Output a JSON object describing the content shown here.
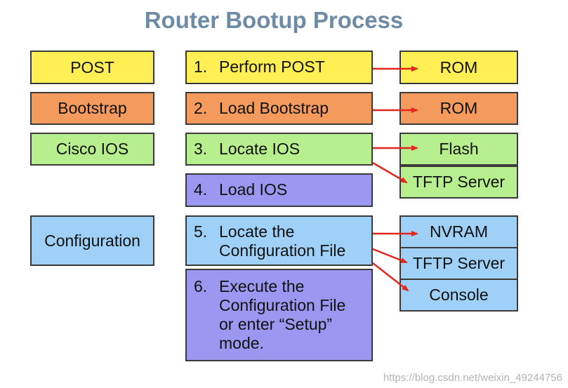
{
  "title": "Router Bootup Process",
  "colors": {
    "post": "#ffef55",
    "bootstrap": "#f39a5c",
    "ios": "#b8ef8e",
    "load_ios": "#9c97f0",
    "configuration": "#9fd0f7",
    "arrow": "#e0261d"
  },
  "phases": {
    "post": "POST",
    "bootstrap": "Bootstrap",
    "cisco_ios": "Cisco IOS",
    "configuration": "Configuration"
  },
  "steps": [
    {
      "num": "1.",
      "text": "Perform POST"
    },
    {
      "num": "2.",
      "text": "Load Bootstrap"
    },
    {
      "num": "3.",
      "text": "Locate IOS"
    },
    {
      "num": "4.",
      "text": "Load IOS"
    },
    {
      "num": "5.",
      "text": "Locate the\nConfiguration File"
    },
    {
      "num": "6.",
      "text": "Execute the\nConfiguration File\nor enter “Setup”\nmode."
    }
  ],
  "sources": {
    "rom_1": "ROM",
    "rom_2": "ROM",
    "flash": "Flash",
    "tftp_1": "TFTP Server",
    "nvram": "NVRAM",
    "tftp_2": "TFTP Server",
    "console": "Console"
  },
  "watermark": "https://blog.csdn.net/weixin_49244756"
}
